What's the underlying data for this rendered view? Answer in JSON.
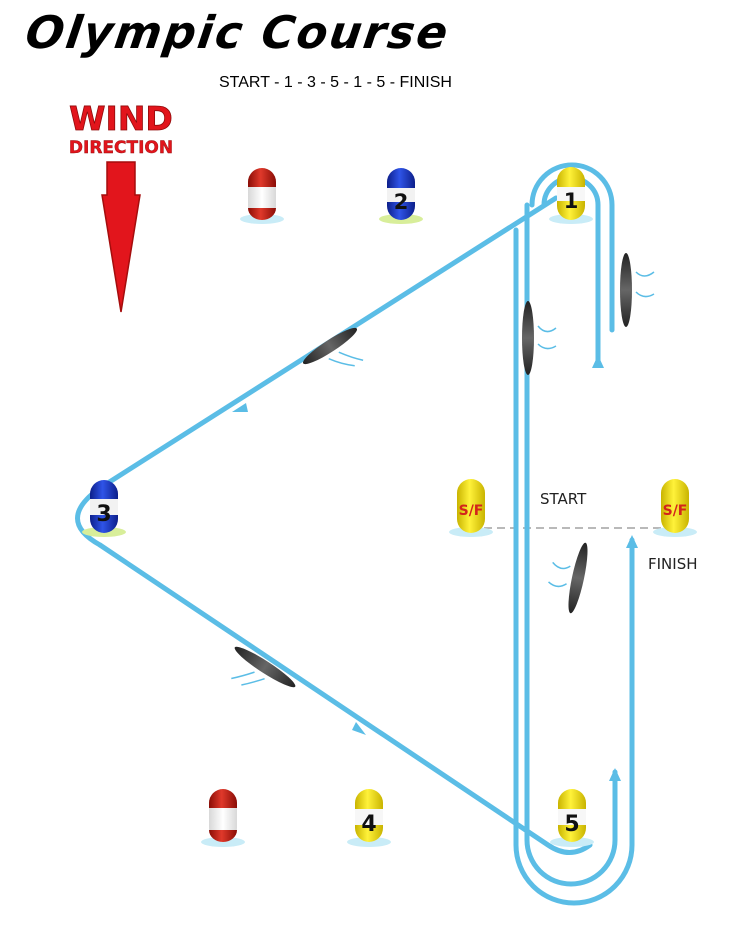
{
  "title": "Olympic Course",
  "route": "START - 1 - 3 - 5 - 1 - 5 - FINISH",
  "wind": {
    "word1": "WIND",
    "word2": "DIRECTION",
    "color": "#e2151c"
  },
  "course_color": "#5bbde6",
  "marks": {
    "m1": "1",
    "m2": "2",
    "m3": "3",
    "m4": "4",
    "m5": "5",
    "sf_left": "S/F",
    "sf_right": "S/F"
  },
  "labels": {
    "start": "START",
    "finish": "FINISH"
  }
}
